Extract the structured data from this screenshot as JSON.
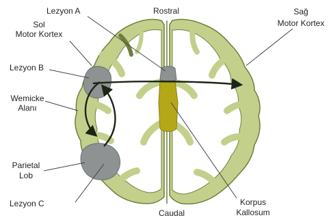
{
  "labels": {
    "lezyon_a": "Lezyon A",
    "rostral": "Rostral",
    "sol_motor_kortex_line1": "Sol",
    "sol_motor_kortex_line2": "Motor Kortex",
    "sag_motor_kortex_line1": "Sağ",
    "sag_motor_kortex_line2": "Motor Kortex",
    "lezyon_b": "Lezyon B",
    "wernicke_line1": "Wemicke",
    "wernicke_line2": "Alanı",
    "parietal_line1": "Parietal",
    "parietal_line2": "Lob",
    "lezyon_c": "Lezyon C",
    "caudal": "Caudal",
    "korpus_line1": "Korpus",
    "korpus_line2": "Kallosum"
  },
  "colors": {
    "cortex_outer": "#c2d08c",
    "cortex_stroke": "#6e7f3c",
    "white_matter": "#ffffff",
    "corpus_callosum": "#b5a818",
    "lesion": "#8e9293",
    "arrow": "#1c2416"
  },
  "icons": {
    "arrowhead": "arrowhead-icon"
  }
}
